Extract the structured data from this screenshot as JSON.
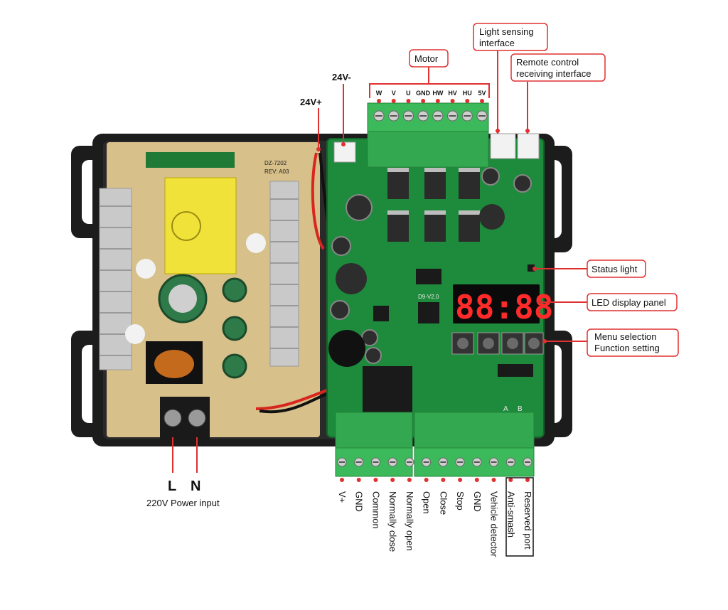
{
  "labels": {
    "motor": "Motor",
    "light_sensing": [
      "Light sensing",
      "interface"
    ],
    "remote_control": [
      "Remote control",
      "receiving interface"
    ],
    "status_light": "Status light",
    "led_display": "LED display panel",
    "menu_selection": [
      "Menu selection",
      "Function setting"
    ],
    "v24_plus": "24V+",
    "v24_minus": "24V-",
    "power_L": "L",
    "power_N": "N",
    "power_input": "220V Power input"
  },
  "motor_pins": [
    "W",
    "V",
    "U",
    "GND",
    "HW",
    "HV",
    "HU",
    "5V"
  ],
  "bottom_pins": [
    "V+",
    "GND",
    "Common",
    "Normally close",
    "Normally open",
    "Open",
    "Close",
    "Stop",
    "GND",
    "Vehicle detector",
    "Anti-smash",
    "Reserved port"
  ],
  "board_text": {
    "model": "DZ-7202",
    "rev": "REV: A03",
    "version": "D9-V2.0",
    "display": "88:88",
    "ab_labels": [
      "A",
      "B"
    ]
  },
  "colors": {
    "callout_red": "#e03030",
    "pcb_green": "#1e8a3c",
    "terminal_green": "#3cb95a",
    "enclosure": "#1c1c1c",
    "power_board": "#d7c08a"
  }
}
